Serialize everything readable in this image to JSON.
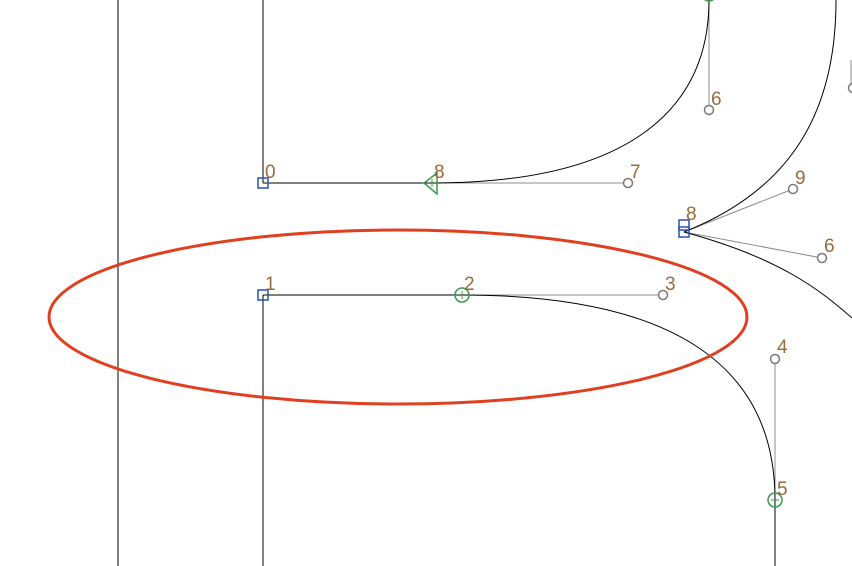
{
  "canvas": {
    "background": "#ffffff",
    "outline_color": "#000000",
    "handle_line_color": "#8c8c8c",
    "label_color": "#9a6a3a",
    "corner_point_color": "#2c4fb0",
    "smooth_point_color": "#3a9a4a",
    "offcurve_point_color": "#7a7a7a",
    "highlight_color": "#e04020"
  },
  "point_labels": {
    "p0": "0",
    "p8_top": "8",
    "p7": "7",
    "p6_top": "6",
    "p9": "9",
    "p8_right": "8",
    "p6_right": "6",
    "p1": "1",
    "p2": "2",
    "p3": "3",
    "p4": "4",
    "p5": "5"
  },
  "point_types": {
    "p0": "corner",
    "p8_top": "tangent",
    "p7": "offcurve",
    "p6_top": "offcurve",
    "p9": "offcurve",
    "p8_right": "corner",
    "p6_right": "offcurve",
    "p1": "corner",
    "p2": "smooth",
    "p3": "offcurve",
    "p4": "offcurve",
    "p5": "smooth"
  },
  "annotation": {
    "shape": "ellipse",
    "color": "#e04020"
  }
}
